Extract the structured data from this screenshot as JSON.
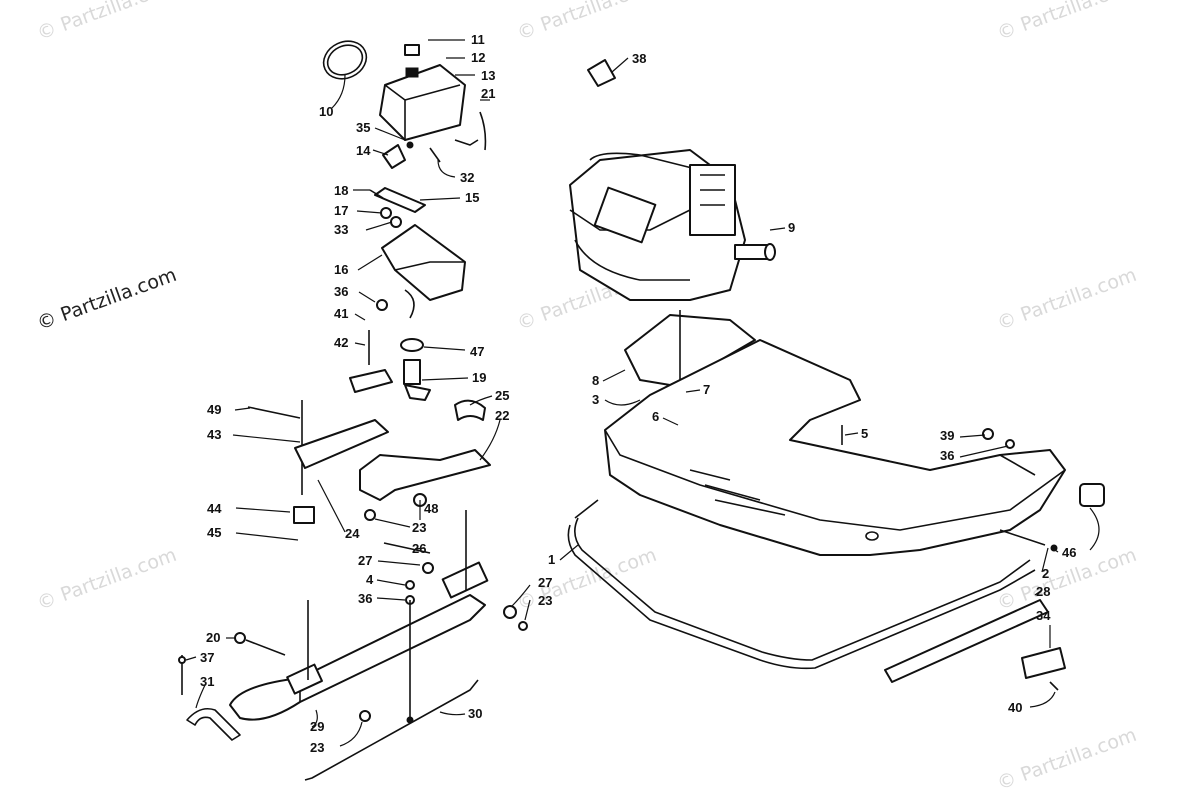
{
  "watermarks": [
    "© Partzilla.com",
    "© Partzilla.com",
    "© Partzilla.com",
    "© Partzilla.com",
    "© Partzilla.com",
    "© Partzilla.com",
    "© Partzilla.com",
    "© Partzilla.com",
    "© Partzilla.com",
    "© Partzilla.com"
  ],
  "labels": [
    "11",
    "12",
    "13",
    "21",
    "10",
    "35",
    "14",
    "32",
    "18",
    "15",
    "17",
    "33",
    "16",
    "36",
    "41",
    "42",
    "47",
    "19",
    "49",
    "25",
    "43",
    "22",
    "48",
    "23",
    "24",
    "44",
    "45",
    "26",
    "27",
    "4",
    "36",
    "27",
    "23",
    "20",
    "37",
    "31",
    "29",
    "23",
    "30",
    "38",
    "9",
    "8",
    "7",
    "3",
    "6",
    "5",
    "39",
    "36",
    "1",
    "46",
    "2",
    "28",
    "34",
    "40"
  ]
}
